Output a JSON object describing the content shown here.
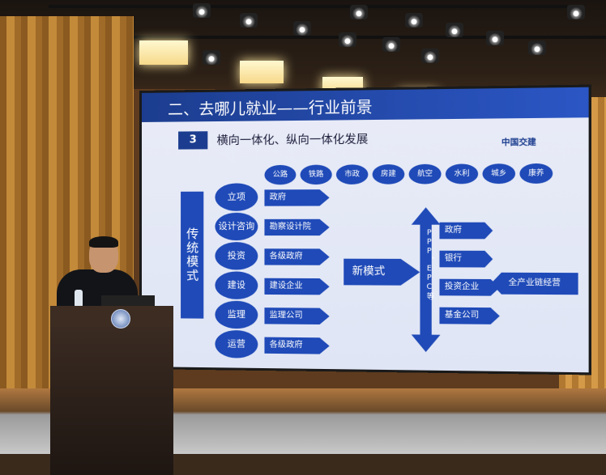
{
  "slide": {
    "title": "二、去哪儿就业——行业前景",
    "section_number": "3",
    "section_title": "横向一体化、纵向一体化发展",
    "logo_text": "中国交建",
    "sectors": [
      "公路",
      "铁路",
      "市政",
      "房建",
      "航空",
      "水利",
      "城乡",
      "康养"
    ],
    "traditional_mode_label": "传统模式",
    "stages": [
      {
        "stage": "立项",
        "actor": "政府"
      },
      {
        "stage": "设计咨询",
        "actor": "勘察设计院"
      },
      {
        "stage": "投资",
        "actor": "各级政府"
      },
      {
        "stage": "建设",
        "actor": "建设企业"
      },
      {
        "stage": "监理",
        "actor": "监理公司"
      },
      {
        "stage": "运营",
        "actor": "各级政府"
      }
    ],
    "new_mode_label": "新模式",
    "vertical_label": "PPP、EPC等",
    "new_mode_actors": [
      "政府",
      "银行",
      "投资企业",
      "基金公司"
    ],
    "full_chain_label": "全产业链经营"
  }
}
